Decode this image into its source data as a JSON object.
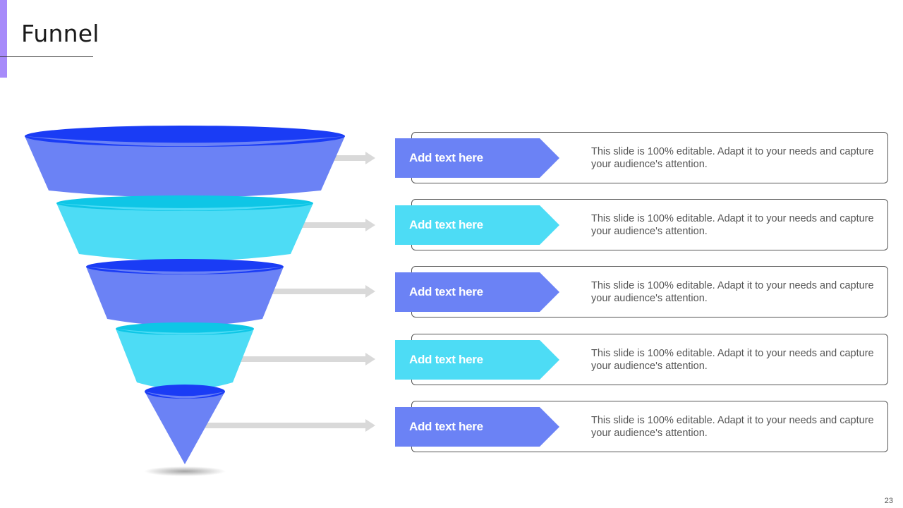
{
  "title": "Funnel",
  "page_number": "23",
  "colors": {
    "accent": "#a78bfa",
    "blue_top": "#1a3cf5",
    "blue_body": "#6b82f5",
    "cyan_top": "#0ec6e6",
    "cyan_body": "#4ddcf5",
    "connector": "#d9d9d9",
    "card_border": "#555555",
    "text_gray": "#555555"
  },
  "stages": [
    {
      "label": "Add text here",
      "description": "This slide is 100% editable. Adapt it to your needs and capture your audience's attention.",
      "color": "blue"
    },
    {
      "label": "Add text here",
      "description": "This slide is 100% editable. Adapt it to your needs and capture your audience's attention.",
      "color": "cyan"
    },
    {
      "label": "Add text here",
      "description": "This slide is 100% editable. Adapt it to your needs and capture your audience's attention.",
      "color": "blue"
    },
    {
      "label": "Add text here",
      "description": "This slide is 100% editable. Adapt it to your needs and capture your audience's attention.",
      "color": "cyan"
    },
    {
      "label": "Add text here",
      "description": "This slide is 100% editable. Adapt it to your needs and capture your audience's attention.",
      "color": "blue"
    }
  ]
}
